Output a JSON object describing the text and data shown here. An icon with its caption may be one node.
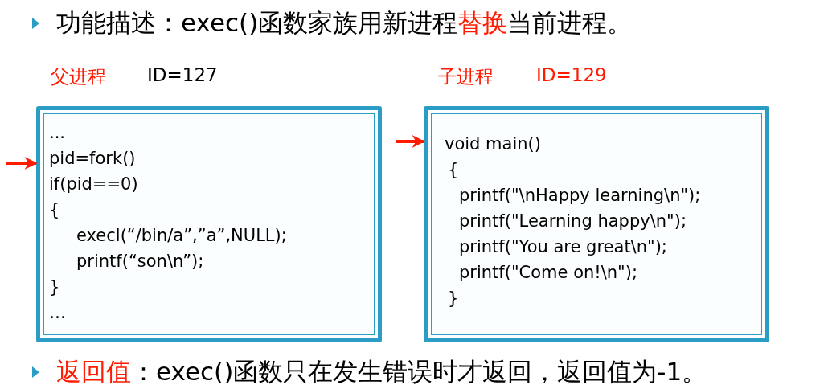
{
  "diagram": {
    "nodes": [
      {
        "text": [
          "父进程",
          "ID=127",
          "...",
          "pid=fork()",
          "if(pid==0)",
          "{",
          "execl(“/bin/a”,”a”,NULL);",
          "printf(“son\\n”);",
          "}",
          "…"
        ]
      },
      {
        "text": [
          "子进程",
          "ID=129",
          "void main()",
          "{",
          "printf(\"\\nHappy learning\\n\");",
          "printf(\"Learning happy\\n\");",
          "printf(\"You are great\\n\");",
          "printf(\"Come on!\\n\");",
          "}"
        ]
      }
    ],
    "edges": [
      {
        "from": null,
        "to": 0,
        "arrow": "to"
      },
      {
        "from": null,
        "to": 1,
        "arrow": "to"
      }
    ],
    "labels": [
      "功能描述：exec()函数家族用新进程**替换**当前进程。",
      "**返回值**：exec()函数只在发生错误时才返回，返回值为-1。"
    ]
  }
}
